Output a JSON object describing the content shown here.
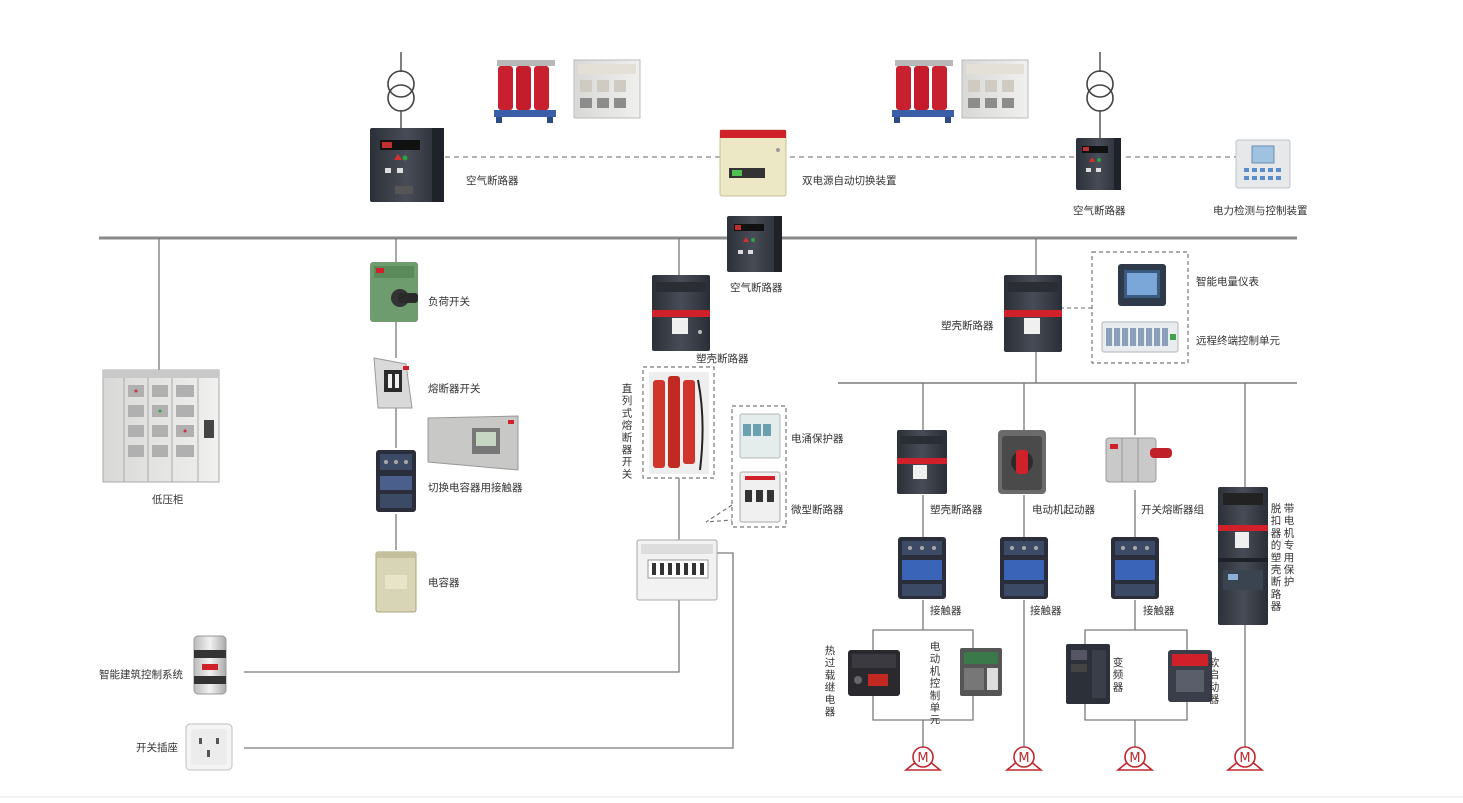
{
  "labels": {
    "acb_top_left": "空气断路器",
    "ats": "双电源自动切换装置",
    "acb_top_right": "空气断路器",
    "power_monitor": "电力检测与控制装置",
    "acb_mid": "空气断路器",
    "lv_cabinet": "低压柜",
    "load_switch": "负荷开关",
    "fuse_switch": "熔断器开关",
    "capacitor_contactor": "切换电容器用接触器",
    "capacitor": "电容器",
    "mccb_center": "塑壳断路器",
    "inline_fuse_switch": "直列式熔断器开关",
    "surge_protector": "电涌保护器",
    "mcb": "微型断路器",
    "mccb_right": "塑壳断路器",
    "smart_meter": "智能电量仪表",
    "rtu": "远程终端控制单元",
    "mccb_branch1": "塑壳断路器",
    "motor_starter": "电动机起动器",
    "switch_fuse_group": "开关熔断器组",
    "motor_protection_mccb": "带电机专用保护脱扣器的塑壳断路器",
    "contactor1": "接触器",
    "contactor2": "接触器",
    "contactor3": "接触器",
    "thermal_relay": "热过载继电器",
    "motor_control_unit": "电动机控制单元",
    "vfd": "变频器",
    "soft_starter": "软启动器",
    "smart_building": "智能建筑控制系统",
    "socket": "开关插座",
    "motor_symbol": "M"
  },
  "colors": {
    "bus": "#8a8a8a",
    "wire": "#7a7a7a",
    "abb_red": "#d0202a",
    "panel_dark": "#3b3f48",
    "transformer_red": "#c8202e",
    "motor_red": "#c0282e"
  }
}
